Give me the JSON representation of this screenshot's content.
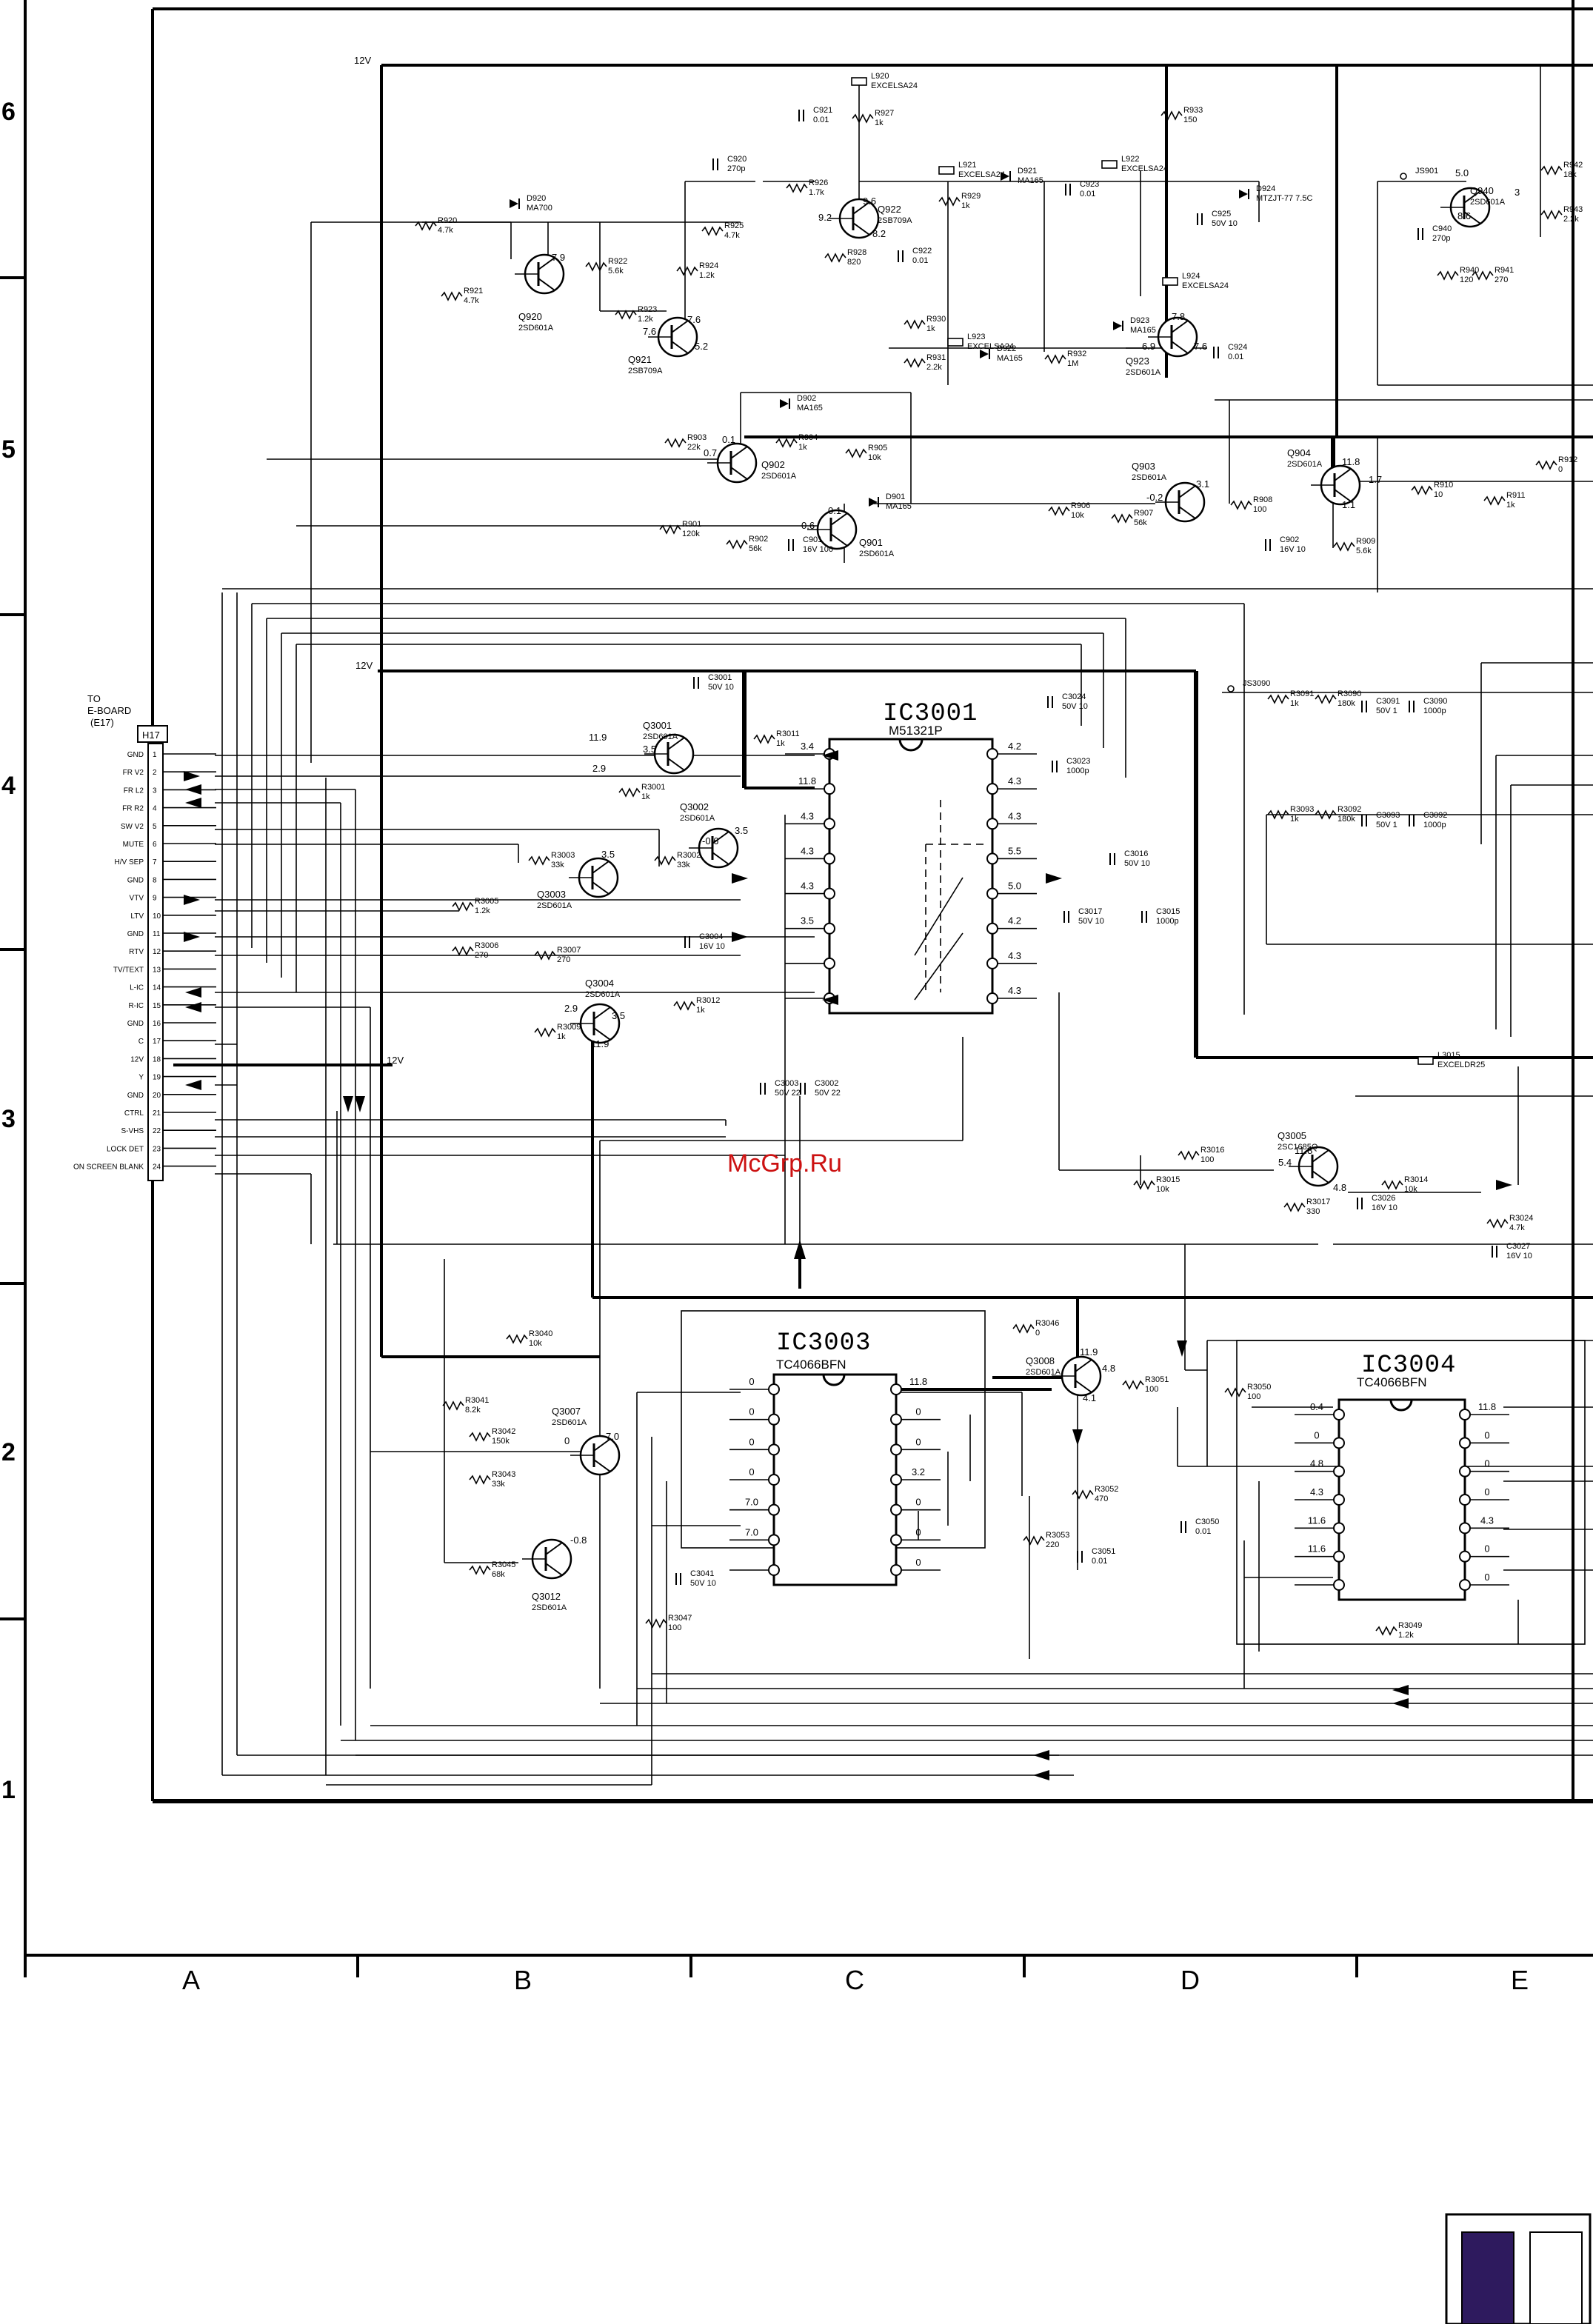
{
  "sheet": {
    "row_markers": [
      "6",
      "5",
      "4",
      "3",
      "2",
      "1"
    ],
    "column_markers": [
      "A",
      "B",
      "C",
      "D",
      "E"
    ],
    "colors": {
      "ink": "#000000",
      "paper": "#ffffff",
      "watermark": "#cc1111",
      "swatch_dark": "#2e1a5e"
    }
  },
  "supply": {
    "rail_label": "12V"
  },
  "connector": {
    "to_label": "TO",
    "board_label": "E-BOARD",
    "ref_label": "(E17)",
    "id": "H17",
    "pins": [
      {
        "num": "1",
        "name": "GND"
      },
      {
        "num": "2",
        "name": "FR V2"
      },
      {
        "num": "3",
        "name": "FR L2"
      },
      {
        "num": "4",
        "name": "FR R2"
      },
      {
        "num": "5",
        "name": "SW V2"
      },
      {
        "num": "6",
        "name": "MUTE"
      },
      {
        "num": "7",
        "name": "H/V SEP"
      },
      {
        "num": "8",
        "name": "GND"
      },
      {
        "num": "9",
        "name": "VTV"
      },
      {
        "num": "10",
        "name": "LTV"
      },
      {
        "num": "11",
        "name": "GND"
      },
      {
        "num": "12",
        "name": "RTV"
      },
      {
        "num": "13",
        "name": "TV/TEXT"
      },
      {
        "num": "14",
        "name": "L-IC"
      },
      {
        "num": "15",
        "name": "R-IC"
      },
      {
        "num": "16",
        "name": "GND"
      },
      {
        "num": "17",
        "name": "C"
      },
      {
        "num": "18",
        "name": "12V"
      },
      {
        "num": "19",
        "name": "Y"
      },
      {
        "num": "20",
        "name": "GND"
      },
      {
        "num": "21",
        "name": "CTRL"
      },
      {
        "num": "22",
        "name": "S-VHS"
      },
      {
        "num": "23",
        "name": "LOCK DET"
      },
      {
        "num": "24",
        "name": "ON SCREEN BLANK"
      }
    ]
  },
  "ics": [
    {
      "id": "IC3001",
      "part": "M51321P"
    },
    {
      "id": "IC3003",
      "part": "TC4066BFN"
    },
    {
      "id": "IC3004",
      "part": "TC4066BFN"
    }
  ],
  "transistors": [
    {
      "ref": "Q920",
      "part": "2SD601A"
    },
    {
      "ref": "Q921",
      "part": "2SB709A"
    },
    {
      "ref": "Q922",
      "part": "2SB709A"
    },
    {
      "ref": "Q923",
      "part": "2SD601A"
    },
    {
      "ref": "Q940",
      "part": "2SD601A"
    },
    {
      "ref": "Q901",
      "part": "2SD601A"
    },
    {
      "ref": "Q902",
      "part": "2SD601A"
    },
    {
      "ref": "Q903",
      "part": "2SD601A"
    },
    {
      "ref": "Q904",
      "part": "2SD601A"
    },
    {
      "ref": "Q3001",
      "part": "2SD601A"
    },
    {
      "ref": "Q3002",
      "part": "2SD601A"
    },
    {
      "ref": "Q3003",
      "part": "2SD601A"
    },
    {
      "ref": "Q3004",
      "part": "2SD601A"
    },
    {
      "ref": "Q3005",
      "part": "2SC1685Q"
    },
    {
      "ref": "Q3007",
      "part": "2SD601A"
    },
    {
      "ref": "Q3008",
      "part": "2SD601A"
    },
    {
      "ref": "Q3012",
      "part": "2SD601A"
    }
  ],
  "components": [
    {
      "ref": "L920",
      "value": "EXCELSA24"
    },
    {
      "ref": "L921",
      "value": "EXCELSA24"
    },
    {
      "ref": "L922",
      "value": "EXCELSA24"
    },
    {
      "ref": "L923",
      "value": "EXCELSA24"
    },
    {
      "ref": "L924",
      "value": "EXCELSA24"
    },
    {
      "ref": "L3015",
      "value": "EXCELDR25"
    },
    {
      "ref": "D920",
      "value": "MA700"
    },
    {
      "ref": "D921",
      "value": "MA165"
    },
    {
      "ref": "D922",
      "value": "MA165"
    },
    {
      "ref": "D923",
      "value": "MA165"
    },
    {
      "ref": "D924",
      "value": "MTZJT-77 7.5C"
    },
    {
      "ref": "D901",
      "value": "MA165"
    },
    {
      "ref": "D902",
      "value": "MA165"
    },
    {
      "ref": "R920",
      "value": "4.7k"
    },
    {
      "ref": "R921",
      "value": "4.7k"
    },
    {
      "ref": "R922",
      "value": "5.6k"
    },
    {
      "ref": "R923",
      "value": "1.2k"
    },
    {
      "ref": "R924",
      "value": "1.2k"
    },
    {
      "ref": "R925",
      "value": "4.7k"
    },
    {
      "ref": "R926",
      "value": "1.7k"
    },
    {
      "ref": "R927",
      "value": "1k"
    },
    {
      "ref": "R928",
      "value": "820"
    },
    {
      "ref": "R929",
      "value": "1k"
    },
    {
      "ref": "R930",
      "value": "1k"
    },
    {
      "ref": "R931",
      "value": "2.2k"
    },
    {
      "ref": "R932",
      "value": "1M"
    },
    {
      "ref": "R933",
      "value": "150"
    },
    {
      "ref": "R940",
      "value": "120"
    },
    {
      "ref": "R941",
      "value": "270"
    },
    {
      "ref": "R942",
      "value": "18k"
    },
    {
      "ref": "R943",
      "value": "2.2k"
    },
    {
      "ref": "R901",
      "value": "120k"
    },
    {
      "ref": "R902",
      "value": "56k"
    },
    {
      "ref": "R903",
      "value": "22k"
    },
    {
      "ref": "R904",
      "value": "1k"
    },
    {
      "ref": "R905",
      "value": "10k"
    },
    {
      "ref": "R906",
      "value": "10k"
    },
    {
      "ref": "R907",
      "value": "56k"
    },
    {
      "ref": "R908",
      "value": "100"
    },
    {
      "ref": "R909",
      "value": "5.6k"
    },
    {
      "ref": "R910",
      "value": "10"
    },
    {
      "ref": "R911",
      "value": "1k"
    },
    {
      "ref": "R912",
      "value": "0"
    },
    {
      "ref": "C920",
      "value": "270p"
    },
    {
      "ref": "C921",
      "value": "0.01"
    },
    {
      "ref": "C922",
      "value": "0.01"
    },
    {
      "ref": "C923",
      "value": "0.01"
    },
    {
      "ref": "C924",
      "value": "0.01"
    },
    {
      "ref": "C925",
      "value": "50V 10"
    },
    {
      "ref": "C940",
      "value": "270p"
    },
    {
      "ref": "C901",
      "value": "16V 100"
    },
    {
      "ref": "C902",
      "value": "16V 10"
    },
    {
      "ref": "R3001",
      "value": "1k"
    },
    {
      "ref": "R3002",
      "value": "33k"
    },
    {
      "ref": "R3003",
      "value": "33k"
    },
    {
      "ref": "R3005",
      "value": "1.2k"
    },
    {
      "ref": "R3006",
      "value": "270"
    },
    {
      "ref": "R3007",
      "value": "270"
    },
    {
      "ref": "R3009",
      "value": "1k"
    },
    {
      "ref": "R3011",
      "value": "1k"
    },
    {
      "ref": "R3012",
      "value": "1k"
    },
    {
      "ref": "R3014",
      "value": "10k"
    },
    {
      "ref": "R3015",
      "value": "10k"
    },
    {
      "ref": "R3016",
      "value": "100"
    },
    {
      "ref": "R3017",
      "value": "330"
    },
    {
      "ref": "R3024",
      "value": "4.7k"
    },
    {
      "ref": "R3040",
      "value": "10k"
    },
    {
      "ref": "R3041",
      "value": "8.2k"
    },
    {
      "ref": "R3042",
      "value": "150k"
    },
    {
      "ref": "R3043",
      "value": "33k"
    },
    {
      "ref": "R3045",
      "value": "68k"
    },
    {
      "ref": "R3046",
      "value": "0"
    },
    {
      "ref": "R3047",
      "value": "100"
    },
    {
      "ref": "R3049",
      "value": "1.2k"
    },
    {
      "ref": "R3050",
      "value": "100"
    },
    {
      "ref": "R3051",
      "value": "100"
    },
    {
      "ref": "R3052",
      "value": "470"
    },
    {
      "ref": "R3053",
      "value": "220"
    },
    {
      "ref": "R3090",
      "value": "180k"
    },
    {
      "ref": "R3091",
      "value": "1k"
    },
    {
      "ref": "R3092",
      "value": "180k"
    },
    {
      "ref": "R3093",
      "value": "1k"
    },
    {
      "ref": "C3001",
      "value": "50V 10"
    },
    {
      "ref": "C3002",
      "value": "50V 22"
    },
    {
      "ref": "C3003",
      "value": "50V 22"
    },
    {
      "ref": "C3004",
      "value": "16V 10"
    },
    {
      "ref": "C3015",
      "value": "1000p"
    },
    {
      "ref": "C3016",
      "value": "50V 10"
    },
    {
      "ref": "C3017",
      "value": "50V 10"
    },
    {
      "ref": "C3023",
      "value": "1000p"
    },
    {
      "ref": "C3024",
      "value": "50V 10"
    },
    {
      "ref": "C3026",
      "value": "16V 10"
    },
    {
      "ref": "C3027",
      "value": "16V 10"
    },
    {
      "ref": "C3041",
      "value": "50V 10"
    },
    {
      "ref": "C3050",
      "value": "0.01"
    },
    {
      "ref": "C3051",
      "value": "0.01"
    },
    {
      "ref": "C3090",
      "value": "1000p"
    },
    {
      "ref": "C3091",
      "value": "50V 1"
    },
    {
      "ref": "C3092",
      "value": "1000p"
    },
    {
      "ref": "C3093",
      "value": "50V 1"
    },
    {
      "ref": "JS901",
      "value": ""
    },
    {
      "ref": "JS3090",
      "value": ""
    }
  ],
  "voltages": {
    "q920_c": "7.9",
    "q921_e": "7.6",
    "q921_b": "7.6",
    "q921_c": "5.2",
    "q922_e": "9.6",
    "q922_b": "9.2",
    "q922_c": "8.2",
    "q923_c": "7.8",
    "q923_b": "6.9",
    "q923_e": "7.6",
    "q940_b": "5.0",
    "q940_c": "8.6",
    "q940_e": "3",
    "q902_c": "0.1",
    "q902_b": "0.7",
    "q901_c": "0.1",
    "q901_b": "0.6",
    "q903_b": "3.1",
    "q903_e": "-0.2",
    "q904_c": "11.8",
    "q904_b": "1.7",
    "q904_e": "1.1",
    "q3001_c": "11.9",
    "q3001_e": "3.5",
    "q3001_b": "2.9",
    "q3002_c": "3.5",
    "q3002_b": "-0.6",
    "q3003_c": "3.5",
    "q3004_b": "2.9",
    "q3004_e": "3.5",
    "q3004_c": "11.9",
    "q3005_c": "11.8",
    "q3005_b": "5.4",
    "q3005_e": "4.8",
    "q3007_c": "7.0",
    "q3007_b": "0",
    "q3012_c": "-0.8",
    "q3008_c": "11.9",
    "q3008_e": "4.8",
    "q3008_b": "4.1",
    "ic3001_left": [
      "3.4",
      "11.8",
      "4.3",
      "4.3",
      "4.3",
      "3.5"
    ],
    "ic3001_right": [
      "4.2",
      "4.3",
      "4.3",
      "5.5",
      "5.0",
      "4.2",
      "4.3",
      "4.3"
    ],
    "ic3003_left": [
      "0",
      "0",
      "0",
      "0",
      "7.0",
      "7.0"
    ],
    "ic3003_right": [
      "11.8",
      "0",
      "0",
      "3.2",
      "0",
      "0",
      "0"
    ],
    "ic3004_left": [
      "0.4",
      "0",
      "4.8",
      "4.3",
      "11.6",
      "11.6"
    ],
    "ic3004_right": [
      "11.8",
      "0",
      "0",
      "0",
      "4.3",
      "0",
      "0"
    ]
  },
  "watermark": "McGrp.Ru"
}
